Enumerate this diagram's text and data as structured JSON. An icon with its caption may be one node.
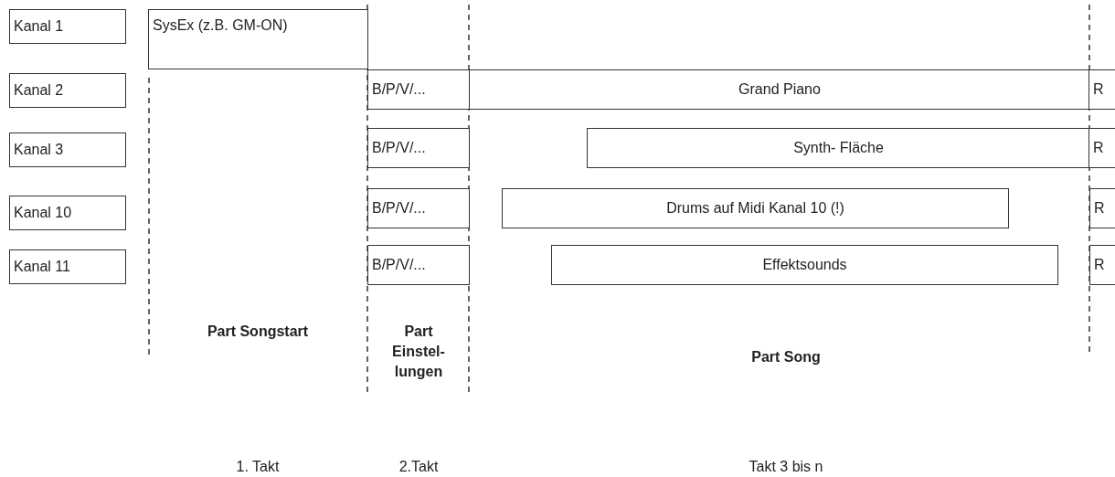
{
  "diagram": {
    "nodes": [
      {
        "text": [
          "Kanal 1"
        ]
      },
      {
        "text": [
          "Kanal 2"
        ]
      },
      {
        "text": [
          "Kanal 3"
        ]
      },
      {
        "text": [
          "Kanal 10"
        ]
      },
      {
        "text": [
          "Kanal 11"
        ]
      },
      {
        "text": [
          "SysEx (z.B. GM-ON)"
        ]
      },
      {
        "text": [
          "B/P/V/..."
        ]
      },
      {
        "text": [
          "Grand Piano"
        ]
      },
      {
        "text": [
          "R"
        ]
      },
      {
        "text": [
          "B/P/V/..."
        ]
      },
      {
        "text": [
          "Synth- Fläche"
        ]
      },
      {
        "text": [
          "R"
        ]
      },
      {
        "text": [
          "B/P/V/..."
        ]
      },
      {
        "text": [
          "Drums auf Midi Kanal 10 (!)"
        ]
      },
      {
        "text": [
          "R"
        ]
      },
      {
        "text": [
          "B/P/V/..."
        ]
      },
      {
        "text": [
          "Effektsounds"
        ]
      },
      {
        "text": [
          "R"
        ]
      }
    ],
    "labels": [
      "Part Songstart",
      "Part Einstel- lungen",
      "Part Song",
      "1. Takt",
      "2.Takt",
      "Takt 3 bis n"
    ]
  }
}
